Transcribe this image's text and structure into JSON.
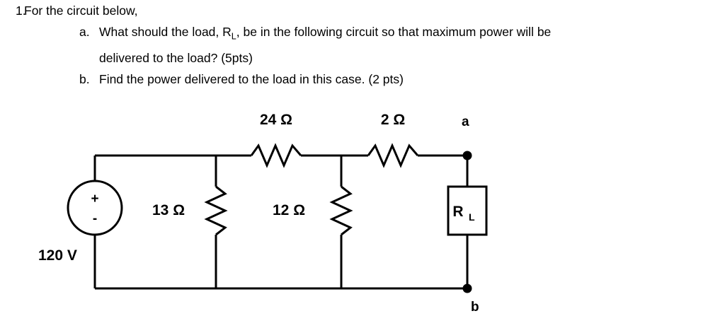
{
  "question": {
    "number": "1.",
    "stem": "For the circuit below,",
    "parts": [
      {
        "label": "a.",
        "line1": "What should the load, R",
        "sub1": "L",
        "line1_cont": ", be in the following circuit so that maximum power will be",
        "line2": "delivered to the load?  (5pts)"
      },
      {
        "label": "b.",
        "line1": "Find the power delivered to the load in this case.  (2 pts)",
        "sub1": "",
        "line1_cont": "",
        "line2": ""
      }
    ]
  },
  "circuit": {
    "source_label": "120 V",
    "source_plus": "+",
    "source_minus": "-",
    "r_series_1": "24 Ω",
    "r_series_2": "2 Ω",
    "r_shunt_1": "13 Ω",
    "r_shunt_2": "12 Ω",
    "load_label": "R",
    "load_sub": "L",
    "node_a": "a",
    "node_b": "b",
    "colors": {
      "wire": "#000000",
      "background": "#ffffff"
    }
  }
}
